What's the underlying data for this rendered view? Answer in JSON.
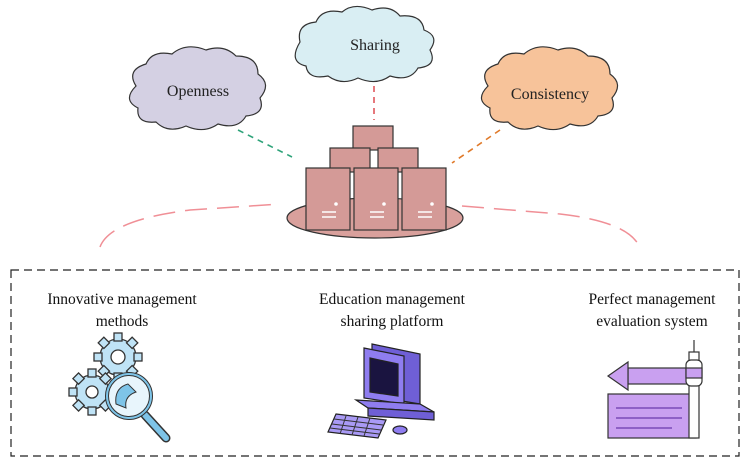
{
  "clouds": {
    "sharing": {
      "label": "Sharing",
      "fill": "#d9eef3",
      "line_color": "#e0565b"
    },
    "openness": {
      "label": "Openness",
      "fill": "#d4d0e3",
      "line_color": "#2fa37a"
    },
    "consistency": {
      "label": "Consistency",
      "fill": "#f7c39a",
      "line_color": "#e07a2a"
    }
  },
  "servers": {
    "fill": "#d49a97",
    "base_fill": "#d9a09c",
    "icon": "server-stack-icon"
  },
  "features": [
    {
      "line1": "Innovative management",
      "line2": "methods",
      "icon": "gear-magnifier-icon",
      "color": "#7ec4e8"
    },
    {
      "line1": "Education management",
      "line2": "sharing platform",
      "icon": "computer-icon",
      "color": "#8f7df0"
    },
    {
      "line1": "Perfect management",
      "line2": "evaluation system",
      "icon": "evaluation-pen-icon",
      "color": "#c9a0f0"
    }
  ],
  "colors": {
    "arc": "#f08f96",
    "dashed_box": "#222222"
  }
}
